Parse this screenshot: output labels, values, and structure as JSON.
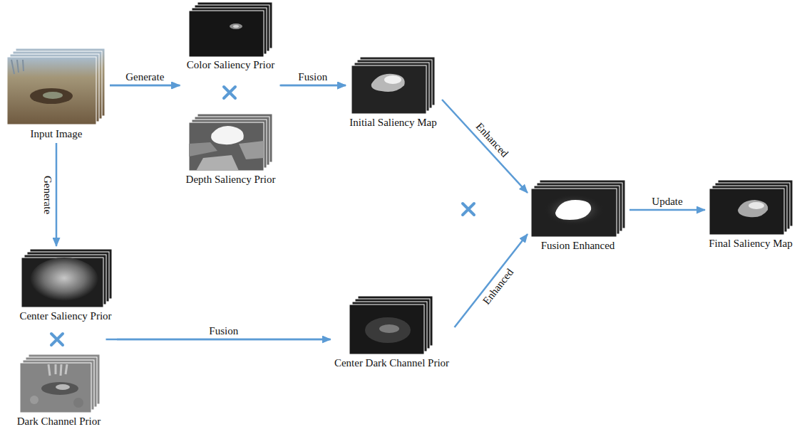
{
  "diagram": {
    "nodes": [
      {
        "text": [
          "Input Image"
        ]
      },
      {
        "text": [
          "Color Saliency Prior"
        ]
      },
      {
        "text": [
          "Depth Saliency Prior"
        ]
      },
      {
        "text": [
          "Initial Saliency Map"
        ]
      },
      {
        "text": [
          "Fusion Enhanced"
        ]
      },
      {
        "text": [
          "Final Saliency Map"
        ]
      },
      {
        "text": [
          "Center Saliency Prior"
        ]
      },
      {
        "text": [
          "Dark Channel Prior"
        ]
      },
      {
        "text": [
          "Center Dark Channel Prior"
        ]
      }
    ],
    "edges": [
      {
        "from": 0,
        "to": 1,
        "arrow": "to",
        "label": "Generate"
      },
      {
        "from": 0,
        "to": 2,
        "arrow": "to"
      },
      {
        "from": 1,
        "to": 3,
        "arrow": "to",
        "label": "Fusion"
      },
      {
        "from": 2,
        "to": 3,
        "arrow": "to"
      },
      {
        "from": 3,
        "to": 4,
        "arrow": "to",
        "label": "Enhanced"
      },
      {
        "from": 4,
        "to": 5,
        "arrow": "to",
        "label": "Update"
      },
      {
        "from": 0,
        "to": 6,
        "arrow": "to",
        "label": "Generate"
      },
      {
        "from": 6,
        "to": 8,
        "arrow": "to",
        "label": "Fusion"
      },
      {
        "from": 7,
        "to": 8,
        "arrow": "to"
      },
      {
        "from": 8,
        "to": 4,
        "arrow": "to",
        "label": "Enhanced"
      }
    ]
  }
}
